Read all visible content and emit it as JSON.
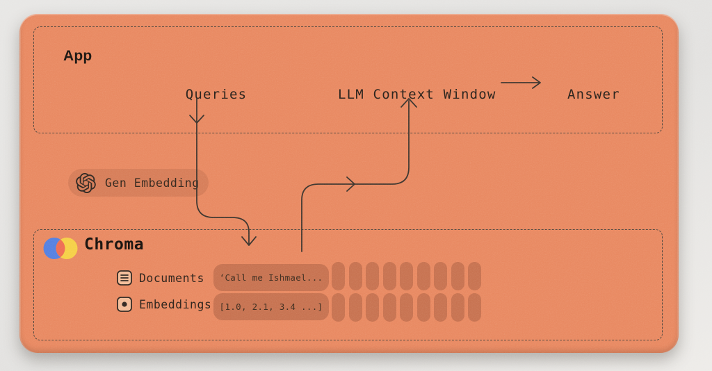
{
  "colors": {
    "card-bg": "#e8875f",
    "shape": "#c6704e",
    "soft-pill": "rgba(90,48,30,0.13)",
    "ink": "#27201a",
    "pill-ink": "#3c2b1e",
    "dash": "#4e453c",
    "arrow": "#3b332c",
    "chroma-blue": "#527ee0",
    "chroma-yellow": "#f5cf45",
    "chroma-red": "#ee6a50",
    "icon-paper": "#f2bb97"
  },
  "app_box": {
    "title": "App",
    "queries_label": "Queries",
    "context_window_label": "LLM Context Window",
    "answer_label": "Answer"
  },
  "gen_embedding": {
    "icon": "openai-logo-icon",
    "label": "Gen Embedding"
  },
  "chroma_box": {
    "logo": "chroma-logo",
    "title": "Chroma",
    "rows": [
      {
        "icon": "document-icon",
        "label": "Documents",
        "value": "‘Call me Ishmael..."
      },
      {
        "icon": "embedding-dot-icon",
        "label": "Embeddings",
        "value": "[1.0, 2.1, 3.4 ...]"
      }
    ],
    "capsule_rows": 2,
    "capsules_per_row": 9
  }
}
